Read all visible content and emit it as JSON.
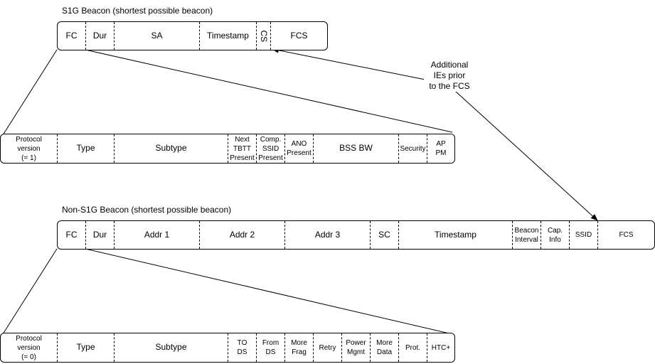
{
  "s1g": {
    "title": "S1G Beacon (shortest possible beacon)",
    "fields": [
      "FC",
      "Dur",
      "SA",
      "Timestamp",
      "CS",
      "FCS"
    ],
    "fc_subfields": [
      "Protocol\nversion\n(= 1)",
      "Type",
      "Subtype",
      "Next\nTBTT\nPresent",
      "Comp.\nSSID\nPresent",
      "ANO\nPresent",
      "BSS BW",
      "Security",
      "AP\nPM"
    ]
  },
  "annotation": "Additional\nIEs prior\nto the FCS",
  "non_s1g": {
    "title": "Non-S1G Beacon (shortest possible beacon)",
    "fields": [
      "FC",
      "Dur",
      "Addr 1",
      "Addr 2",
      "Addr 3",
      "SC",
      "Timestamp",
      "Beacon\nInterval",
      "Cap.\nInfo",
      "SSID",
      "FCS"
    ],
    "fc_subfields": [
      "Protocol\nversion\n(= 0)",
      "Type",
      "Subtype",
      "TO\nDS",
      "From\nDS",
      "More\nFrag",
      "Retry",
      "Power\nMgmt",
      "More\nData",
      "Prot.",
      "HTC+"
    ]
  }
}
